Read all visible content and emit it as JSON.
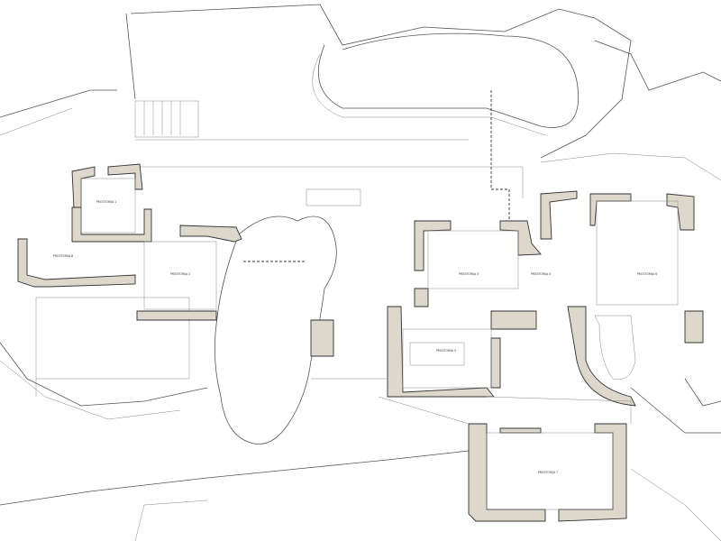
{
  "plan": {
    "title": "Floor plan",
    "wall_color": "#ddd7cc",
    "rooms": [
      {
        "id": "r1",
        "label": "PROSTORIJA 1"
      },
      {
        "id": "r2",
        "label": "PROSTORIJA 2"
      },
      {
        "id": "r3",
        "label": "PROSTORIJA 3"
      },
      {
        "id": "r4",
        "label": "PROSTORIJA 4"
      },
      {
        "id": "r5",
        "label": "PROSTORIJA 5"
      },
      {
        "id": "r6",
        "label": "PROSTORIJA 6"
      },
      {
        "id": "r7",
        "label": "PROSTORIJA 7"
      },
      {
        "id": "r8",
        "label": "PROSTORIJA 8"
      }
    ]
  }
}
